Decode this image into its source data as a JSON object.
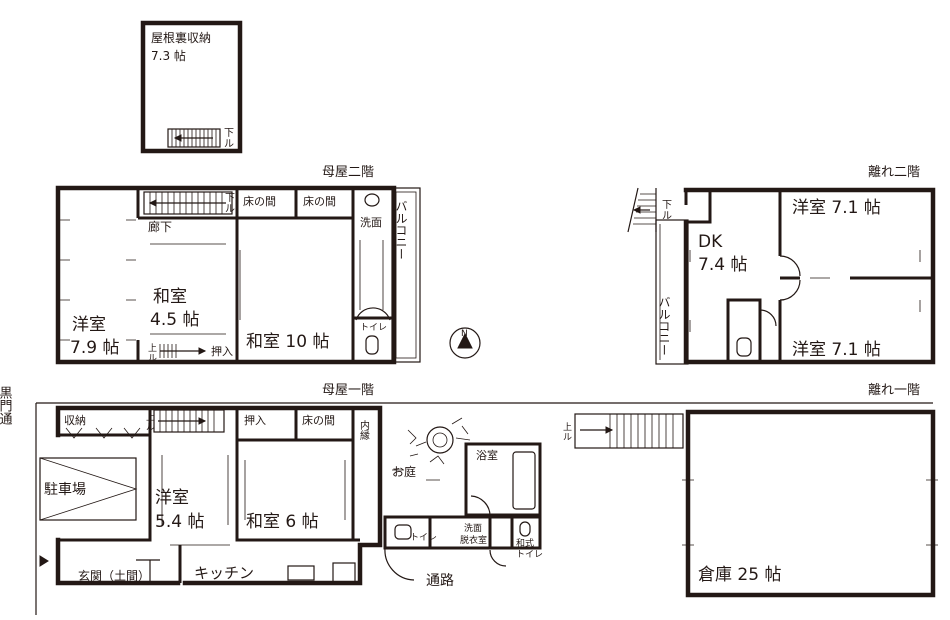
{
  "colors": {
    "ink": "#231815",
    "background": "#ffffff"
  },
  "sections": {
    "attic": "屋根裏収納",
    "main_2f": "母屋二階",
    "annex_2f": "離れ二階",
    "main_1f": "母屋一階",
    "annex_1f": "離れ一階"
  },
  "street": "黒門通",
  "rooms": {
    "attic_storage": {
      "name": "屋根裏収納",
      "size": "7.3 帖"
    },
    "main2_western": {
      "name": "洋室",
      "size": "7.9 帖"
    },
    "main2_corridor": "廊下",
    "main2_washitsu45": {
      "name": "和室",
      "size": "4.5 帖"
    },
    "main2_washitsu10": "和室 10 帖",
    "main2_toko1": "床の間",
    "main2_toko2": "床の間",
    "main2_wash": "洗面",
    "main2_toilet": "トイレ",
    "main2_closet": "押入",
    "main2_balcony": "バルコニー",
    "annex2_dk": {
      "name": "DK",
      "size": "7.4 帖"
    },
    "annex2_western_a": "洋室 7.1 帖",
    "annex2_western_b": "洋室 7.1 帖",
    "annex2_balcony": "バルコニー",
    "main1_storage": "収納",
    "main1_closet": "押入",
    "main1_toko": "床の間",
    "main1_engawa": "内縁",
    "main1_parking": "駐車場",
    "main1_western": {
      "name": "洋室",
      "size": "5.4 帖"
    },
    "main1_washitsu6": "和室 6 帖",
    "main1_entrance": "玄関（土間）",
    "main1_kitchen": "キッチン",
    "main1_garden": "お庭",
    "main1_bath": "浴室",
    "main1_dressing": {
      "line1": "洗面",
      "line2": "脱衣室"
    },
    "main1_toilet": "トイレ",
    "main1_jap_toilet": {
      "line1": "和式",
      "line2": "トイレ"
    },
    "passage": "通路",
    "annex1_warehouse": "倉庫 25 帖"
  },
  "stairs": {
    "up": "上ル",
    "down": "下ル",
    "up_chars": [
      "上",
      "ル"
    ],
    "down_chars": [
      "下",
      "ル"
    ]
  },
  "compass": "N"
}
